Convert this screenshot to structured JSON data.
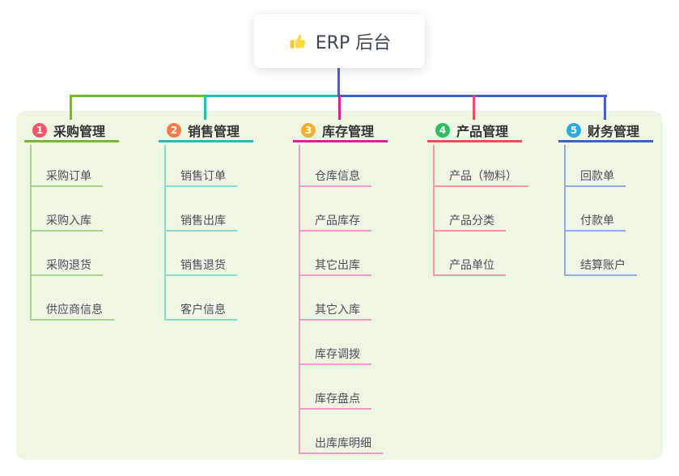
{
  "root": {
    "title": "ERP 后台",
    "icon": "thumbs-up-icon"
  },
  "branches": [
    {
      "number": "1",
      "label": "采购管理",
      "badge_color": "#F5566B",
      "line_color": "#79B832",
      "sub_line_color": "#ACD48F",
      "items": [
        "采购订单",
        "采购入库",
        "采购退货",
        "供应商信息"
      ]
    },
    {
      "number": "2",
      "label": "销售管理",
      "badge_color": "#F87B49",
      "line_color": "#1FBFB2",
      "sub_line_color": "#8CD9CF",
      "items": [
        "销售订单",
        "销售出库",
        "销售退货",
        "客户信息"
      ]
    },
    {
      "number": "3",
      "label": "库存管理",
      "badge_color": "#FBAD33",
      "line_color": "#D9219F",
      "sub_line_color": "#F29BCB",
      "items": [
        "仓库信息",
        "产品库存",
        "其它出库",
        "其它入库",
        "库存调拨",
        "库存盘点",
        "出库库明细"
      ]
    },
    {
      "number": "4",
      "label": "产品管理",
      "badge_color": "#2EBD60",
      "line_color": "#F2495E",
      "sub_line_color": "#F79AA4",
      "items": [
        "产品（物料）",
        "产品分类",
        "产品单位"
      ]
    },
    {
      "number": "5",
      "label": "财务管理",
      "badge_color": "#2BA9E1",
      "line_color": "#3D60C9",
      "sub_line_color": "#97ABDF",
      "items": [
        "回款单",
        "付款单",
        "结算账户"
      ]
    }
  ],
  "colors": {
    "canvas_bg": "#FFFFFF",
    "panel_bg": "#EDF7E4",
    "root_connector": "#5058D6"
  }
}
